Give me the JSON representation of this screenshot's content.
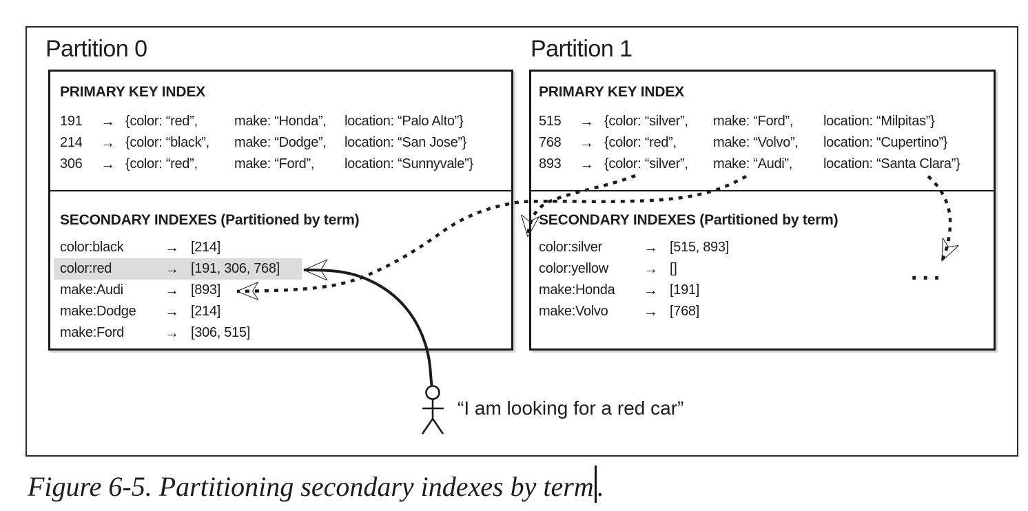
{
  "glyphs": {
    "right_arrow": "→",
    "other_partitions_ellipsis": "..."
  },
  "partitions": [
    {
      "label": "Partition 0",
      "primary_index": {
        "heading": "PRIMARY KEY INDEX",
        "rows": [
          {
            "key": "191",
            "color": "{color: “red”,",
            "make": "make: “Honda”,",
            "location": "location: “Palo Alto”}"
          },
          {
            "key": "214",
            "color": "{color: “black”,",
            "make": "make: “Dodge”,",
            "location": "location: “San Jose”}"
          },
          {
            "key": "306",
            "color": "{color: “red”,",
            "make": "make: “Ford”,",
            "location": "location: “Sunnyvale”}"
          }
        ]
      },
      "secondary_index": {
        "heading": "SECONDARY INDEXES (Partitioned by term)",
        "rows": [
          {
            "term": "color:black",
            "value": "[214]",
            "highlighted": false
          },
          {
            "term": "color:red",
            "value": "[191, 306, 768]",
            "highlighted": true
          },
          {
            "term": "make:Audi",
            "value": "[893]",
            "highlighted": false
          },
          {
            "term": "make:Dodge",
            "value": "[214]",
            "highlighted": false
          },
          {
            "term": "make:Ford",
            "value": "[306, 515]",
            "highlighted": false
          }
        ]
      }
    },
    {
      "label": "Partition 1",
      "primary_index": {
        "heading": "PRIMARY KEY INDEX",
        "rows": [
          {
            "key": "515",
            "color": "{color: “silver”,",
            "make": "make: “Ford”,",
            "location": "location: “Milpitas”}"
          },
          {
            "key": "768",
            "color": "{color: “red”,",
            "make": "make: “Volvo”,",
            "location": "location: “Cupertino”}"
          },
          {
            "key": "893",
            "color": "{color: “silver”,",
            "make": "make: “Audi”,",
            "location": "location: “Santa Clara”}"
          }
        ]
      },
      "secondary_index": {
        "heading": "SECONDARY INDEXES (Partitioned by term)",
        "rows": [
          {
            "term": "color:silver",
            "value": "[515, 893]",
            "highlighted": false
          },
          {
            "term": "color:yellow",
            "value": "[]",
            "highlighted": false
          },
          {
            "term": "make:Honda",
            "value": "[191]",
            "highlighted": false
          },
          {
            "term": "make:Volvo",
            "value": "[768]",
            "highlighted": false
          }
        ]
      }
    }
  ],
  "query": {
    "quote": "“I am looking for a red car”"
  },
  "caption": {
    "text": "Figure 6-5. Partitioning secondary indexes by term",
    "period": "."
  },
  "colors": {
    "ink": "#1d1d1d",
    "highlight": "#dcdcdc",
    "border": "#191919"
  }
}
